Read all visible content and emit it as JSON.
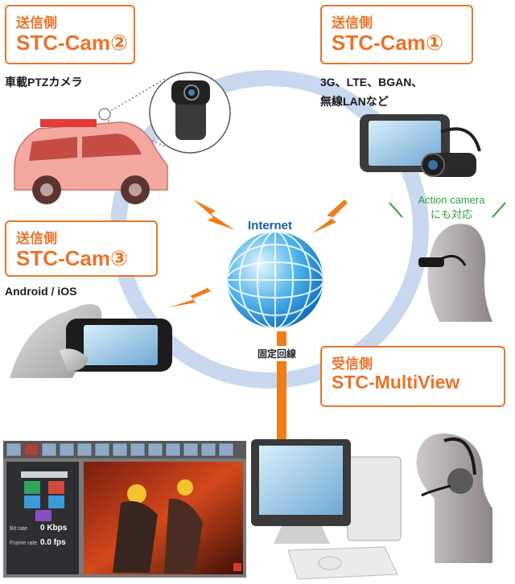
{
  "boxes": {
    "cam2": {
      "role": "送信側",
      "name": "STC-Cam②"
    },
    "cam1": {
      "role": "送信側",
      "name": "STC-Cam①"
    },
    "cam3": {
      "role": "送信側",
      "name": "STC-Cam③"
    },
    "multiview": {
      "role": "受信側",
      "name": "STC-MultiView"
    }
  },
  "captions": {
    "cam2_desc": "車載PTZカメラ",
    "cam1_desc_line1": "3G、LTE、BGAN、",
    "cam1_desc_line2": "無線LANなど",
    "cam3_desc": "Android / iOS",
    "action_line1": "Action camera",
    "action_line2": "にも対応",
    "internet": "Internet",
    "fixed_line": "固定回線"
  },
  "software": {
    "bit_rate_label": "Bit rate",
    "bit_rate_value": "0 Kbps",
    "frame_rate_label": "Frame rate",
    "frame_rate_value": "0.0 fps"
  },
  "colors": {
    "accent_orange": "#e8742a",
    "action_green": "#2e9e3e",
    "ring_blue": "#c9d8ef",
    "bolt_orange": "#ef7d1a"
  }
}
